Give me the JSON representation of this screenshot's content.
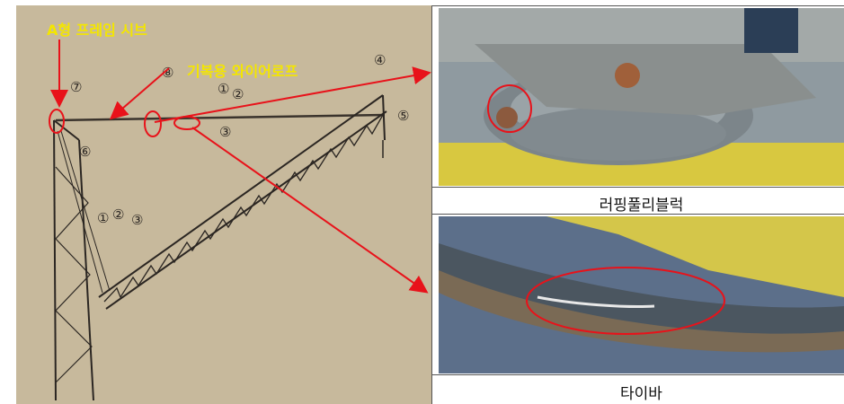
{
  "diagram": {
    "label_a_frame_sheave": "A형 프레임 시브",
    "label_luffing_rope": "기복용 와이어로프",
    "part_numbers": [
      "①",
      "②",
      "③",
      "④",
      "⑤",
      "⑥",
      "⑦",
      "⑧",
      "①",
      "②",
      "③"
    ]
  },
  "photos": {
    "top_caption": "러핑풀리블럭",
    "bottom_caption": "타이바"
  },
  "colors": {
    "annotation": "#e8121a",
    "label_text": "#f4e600",
    "paper": "#c7b99c"
  }
}
